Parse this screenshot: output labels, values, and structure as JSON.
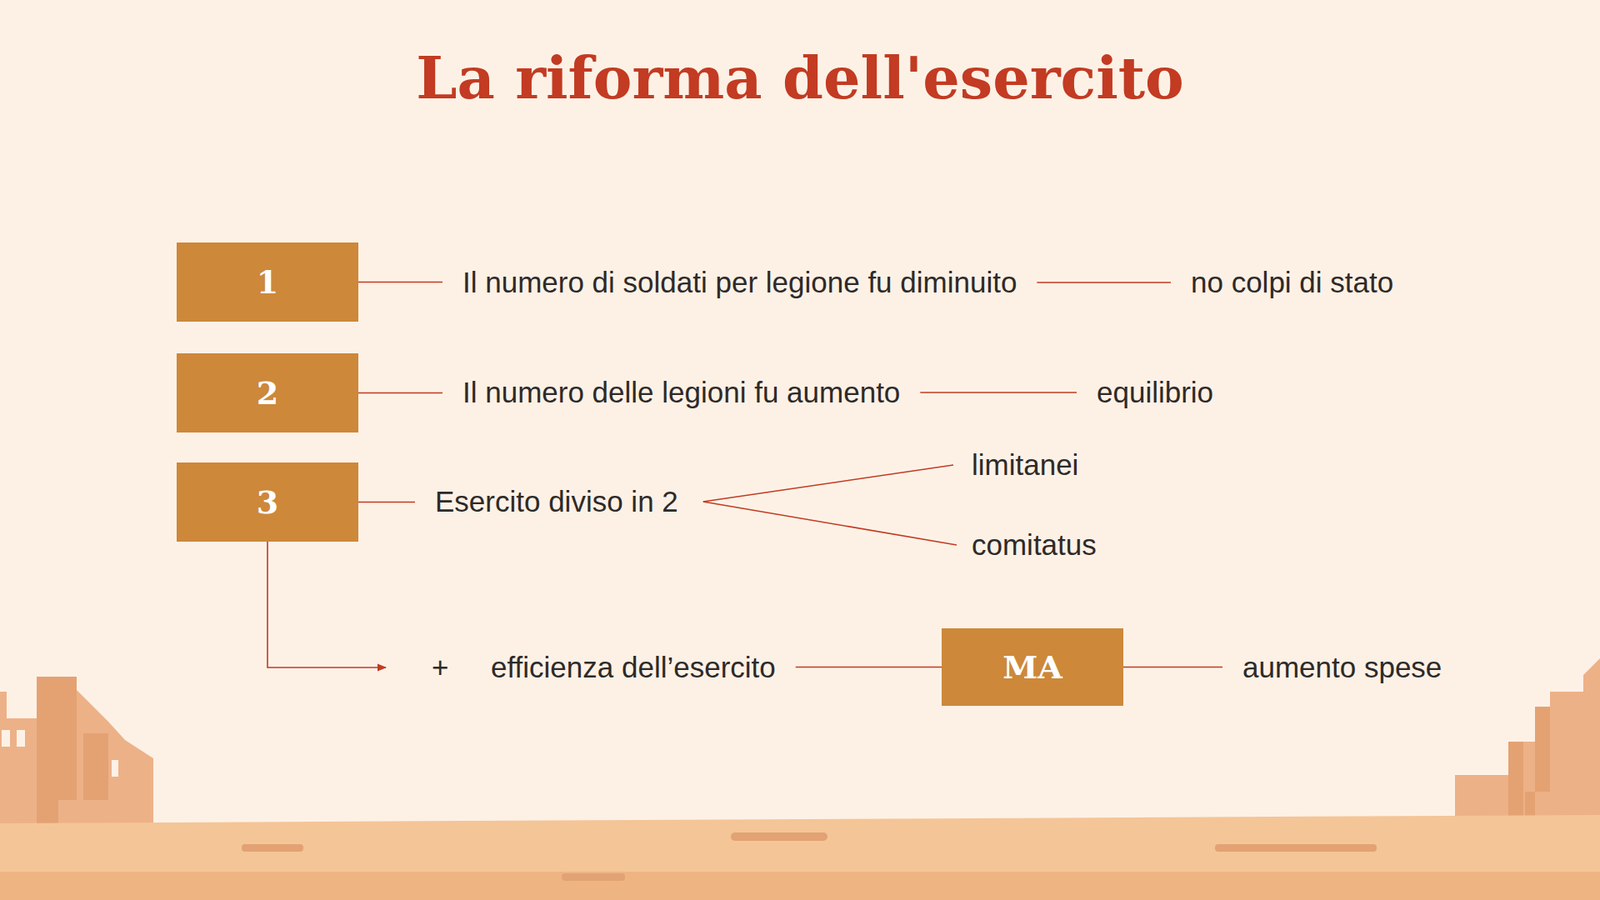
{
  "diagram": {
    "title": "La riforma dell'esercito",
    "nodes": [
      {
        "text": [
          "1"
        ]
      },
      {
        "text": [
          "2"
        ]
      },
      {
        "text": [
          "3"
        ]
      },
      {
        "text": [
          "MA"
        ]
      }
    ],
    "labels": [
      "Il numero di soldati per legione fu diminuito",
      "no colpi di stato",
      "Il numero delle legioni fu aumento",
      "equilibrio",
      "Esercito diviso in 2",
      "limitanei",
      "comitatus",
      "+",
      "efficienza dell’esercito",
      "aumento spese"
    ]
  }
}
